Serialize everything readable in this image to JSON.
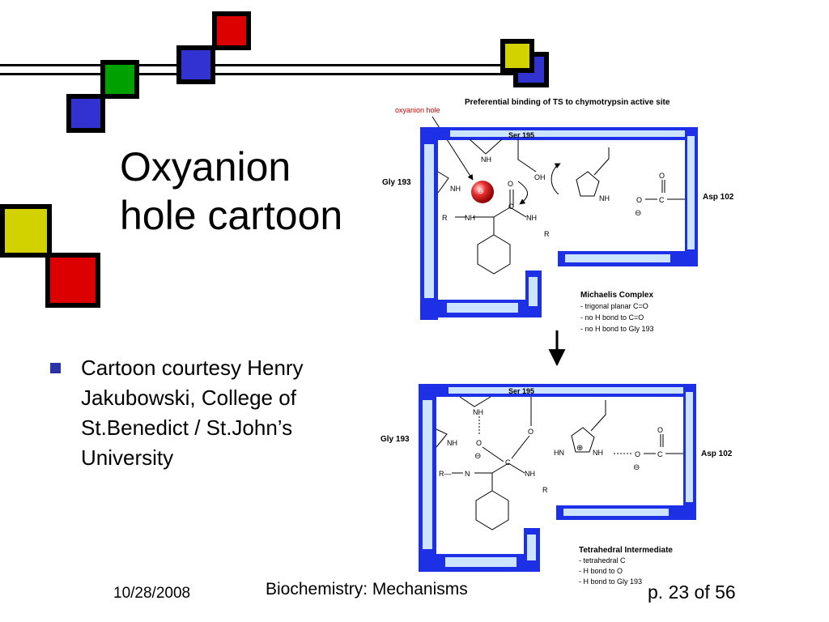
{
  "slide": {
    "title_line1": "Oxyanion",
    "title_line2": "hole cartoon",
    "bullets": [
      {
        "text": "Cartoon courtesy Henry Jakubowski, College of St.Benedict / St.John’s University"
      }
    ],
    "footer": {
      "date": "10/28/2008",
      "center": "Biochemistry: Mechanisms",
      "page": "p. 23 of 56"
    }
  },
  "decor_colors": {
    "red": "#dd0000",
    "green": "#00a000",
    "blue": "#3232d0",
    "yellow": "#d2d200",
    "wall_blue": "#1e30e6",
    "wall_light": "#cce4ff"
  },
  "diagram": {
    "oxyanion_label": "oxyanion hole",
    "header": "Preferential binding of TS to chymotrypsin active site",
    "top_panel": {
      "ser": "Ser 195",
      "gly": "Gly 193",
      "asp": "Asp 102",
      "caption_title": "Michaelis Complex",
      "caption_lines": [
        "- trigonal planar C=O",
        "- no H bond to C=O",
        "- no H bond to Gly 193"
      ]
    },
    "bottom_panel": {
      "ser": "Ser 195",
      "gly": "Gly 193",
      "asp": "Asp 102",
      "caption_title": "Tetrahedral Intermediate",
      "caption_lines": [
        "- tetrahedral C",
        "-  H bond to O",
        "- H bond to Gly 193"
      ]
    },
    "atoms": {
      "nh": "NH",
      "n": "N",
      "r": "R",
      "c": "C",
      "o": "O",
      "oh": "OH",
      "hn": "HN",
      "minus": "⊖",
      "plus": "⊕",
      "r_dash": "R—"
    }
  }
}
